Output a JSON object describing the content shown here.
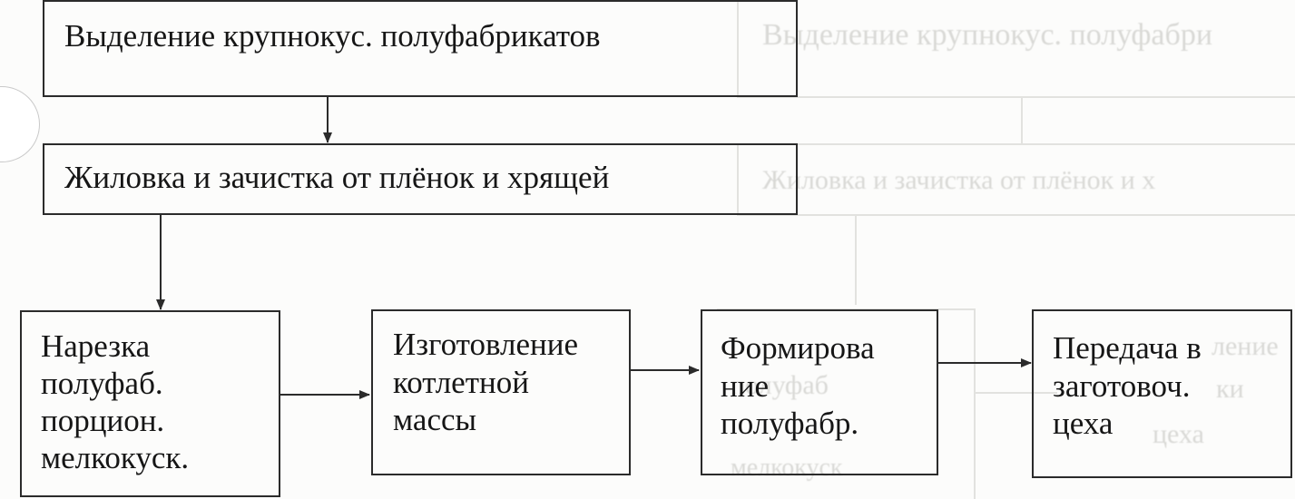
{
  "boxes": {
    "main": "Выделение крупнокус. полуфабрикатов",
    "trimming": "Жиловка и зачистка от плёнок и хрящей",
    "cutting": [
      "Нарезка",
      "полуфаб.",
      "порцион.",
      "мелкокуск."
    ],
    "mince": [
      "Изготовление",
      "котлетной",
      "массы"
    ],
    "forming": [
      "Формирова",
      "ние",
      "полуфабр."
    ],
    "transfer": [
      "Передача в",
      "заготовоч.",
      "цеха"
    ]
  },
  "ghost_text": {
    "main": "Выделение крупнокус. полуфабри",
    "trimming": "Жиловка и зачистка от плёнок и х",
    "cutting": [
      "полуфаб",
      "мелкокуск"
    ],
    "transfer": [
      "ление",
      "ки",
      "цеха"
    ]
  }
}
